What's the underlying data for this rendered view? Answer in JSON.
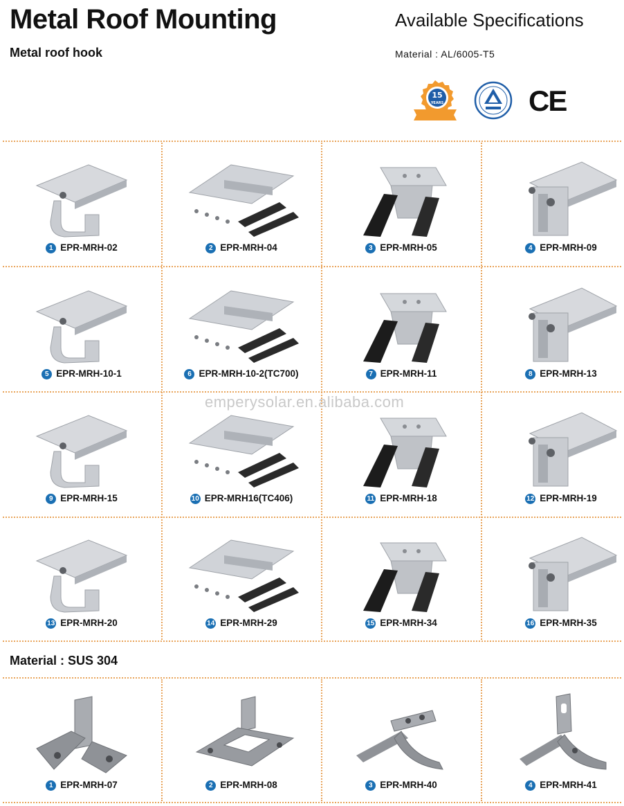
{
  "header": {
    "title": "Metal Roof Mounting",
    "subtitle": "Metal roof hook",
    "spec_title": "Available Specifications",
    "material": "Material : AL/6005-T5",
    "badge_number": "15",
    "badge_years": "YEARS",
    "ce_mark": "CE"
  },
  "colors": {
    "accent_dots": "#e9a45a",
    "number_badge": "#1a6fb3",
    "aluminum": "#c9ccd1",
    "steel": "#9a9da3"
  },
  "watermark": "emperysolar.en.alibaba.com",
  "aluminum_products": [
    {
      "num": "1",
      "code": "EPR-MRH-02"
    },
    {
      "num": "2",
      "code": "EPR-MRH-04"
    },
    {
      "num": "3",
      "code": "EPR-MRH-05"
    },
    {
      "num": "4",
      "code": "EPR-MRH-09"
    },
    {
      "num": "5",
      "code": "EPR-MRH-10-1"
    },
    {
      "num": "6",
      "code": "EPR-MRH-10-2(TC700)"
    },
    {
      "num": "7",
      "code": "EPR-MRH-11"
    },
    {
      "num": "8",
      "code": "EPR-MRH-13"
    },
    {
      "num": "9",
      "code": "EPR-MRH-15"
    },
    {
      "num": "10",
      "code": "EPR-MRH16(TC406)"
    },
    {
      "num": "11",
      "code": "EPR-MRH-18"
    },
    {
      "num": "12",
      "code": "EPR-MRH-19"
    },
    {
      "num": "13",
      "code": "EPR-MRH-20"
    },
    {
      "num": "14",
      "code": "EPR-MRH-29"
    },
    {
      "num": "15",
      "code": "EPR-MRH-34"
    },
    {
      "num": "16",
      "code": "EPR-MRH-35"
    }
  ],
  "steel_section": {
    "title": "Material : SUS 304"
  },
  "steel_products": [
    {
      "num": "1",
      "code": "EPR-MRH-07"
    },
    {
      "num": "2",
      "code": "EPR-MRH-08"
    },
    {
      "num": "3",
      "code": "EPR-MRH-40"
    },
    {
      "num": "4",
      "code": "EPR-MRH-41"
    }
  ]
}
